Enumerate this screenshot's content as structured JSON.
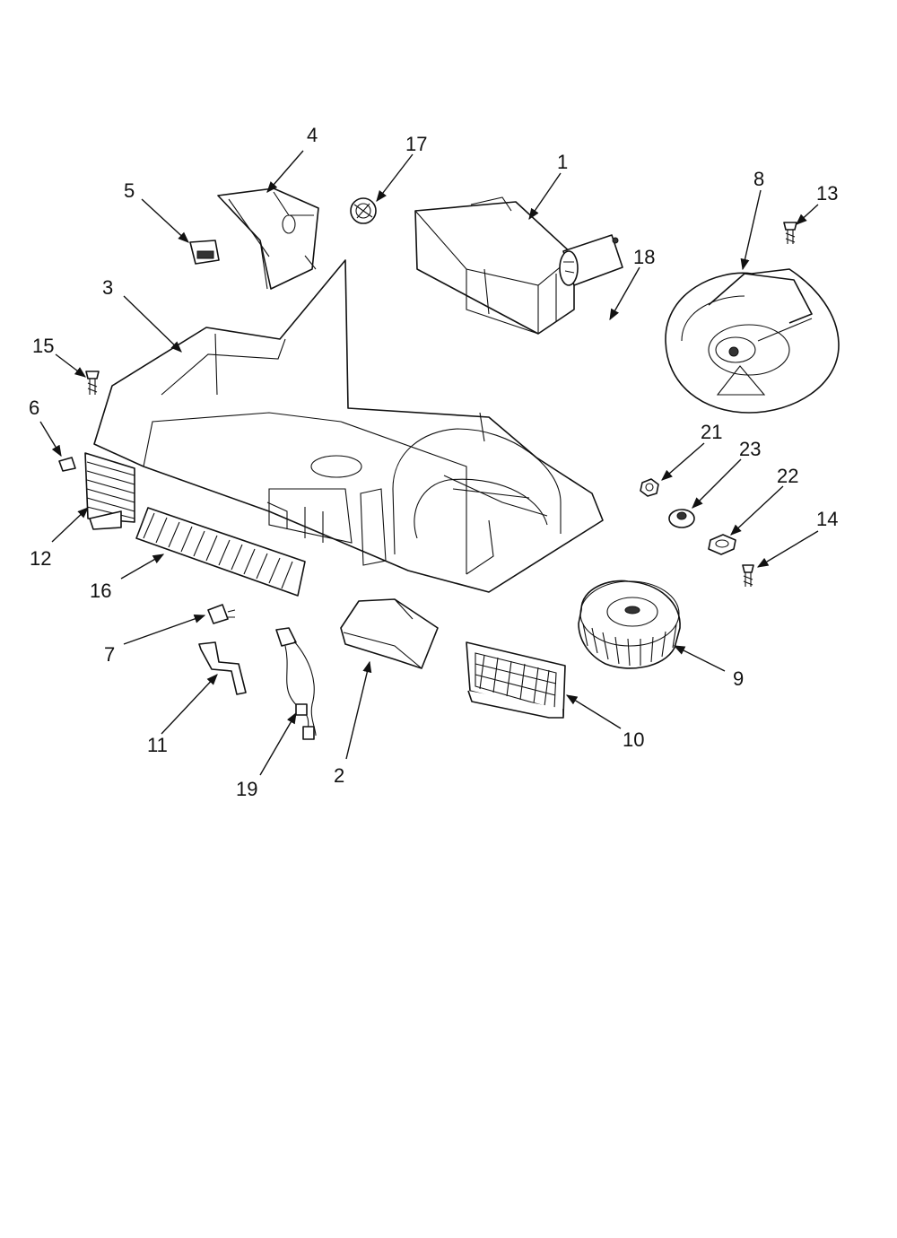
{
  "callouts": {
    "c1": "1",
    "c2": "2",
    "c3": "3",
    "c4": "4",
    "c5": "5",
    "c6": "6",
    "c7": "7",
    "c8": "8",
    "c9": "9",
    "c10": "10",
    "c11": "11",
    "c12": "12",
    "c13": "13",
    "c14": "14",
    "c15": "15",
    "c16": "16",
    "c17": "17",
    "c18": "18",
    "c19": "19",
    "c21": "21",
    "c22": "22",
    "c23": "23"
  },
  "icons": {
    "arrowhead": "arrowhead-icon"
  }
}
